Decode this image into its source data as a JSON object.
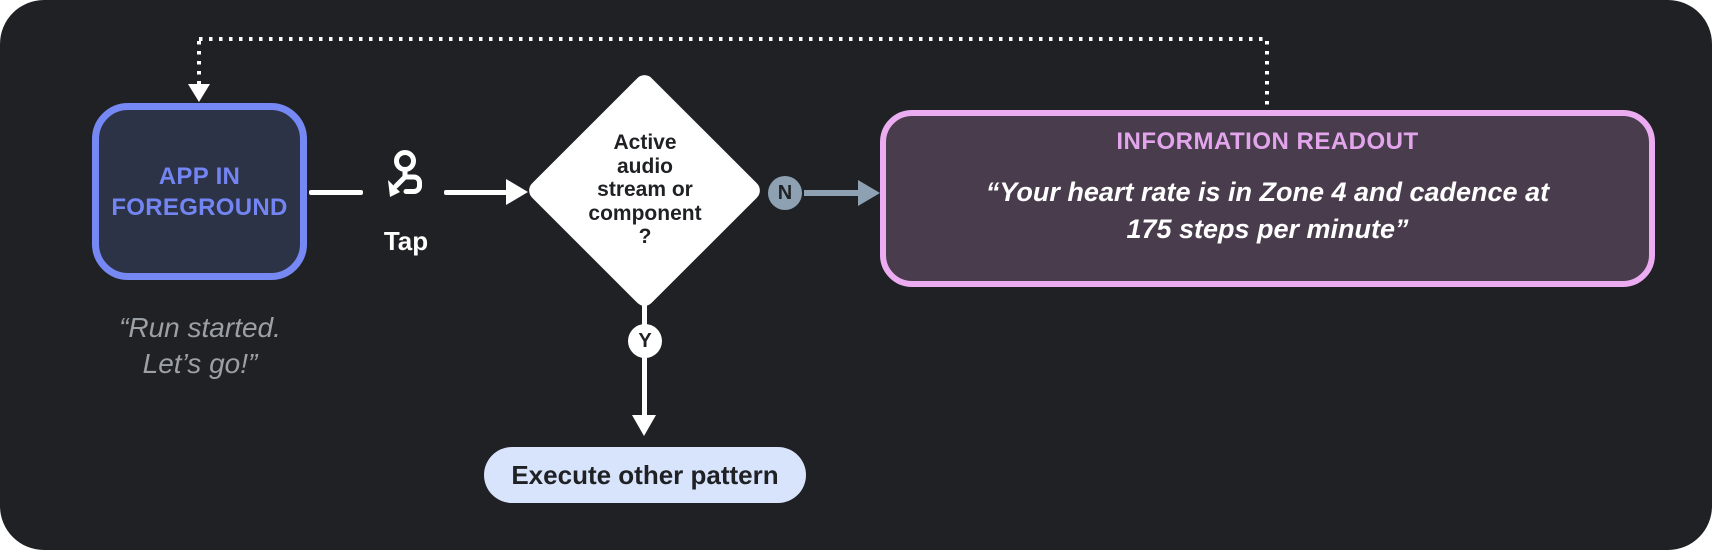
{
  "app_box": {
    "title_line1": "APP IN",
    "title_line2": "FOREGROUND",
    "quote_line1": "“Run started.",
    "quote_line2": "Let’s go!”"
  },
  "tap": {
    "label": "Tap"
  },
  "decision": {
    "line1": "Active",
    "line2": "audio",
    "line3": "stream or",
    "line4": "component",
    "line5": "?"
  },
  "branch_no": {
    "label": "N"
  },
  "branch_yes": {
    "label": "Y"
  },
  "info_box": {
    "title": "INFORMATION READOUT",
    "quote_line1": "“Your heart rate is in Zone 4 and cadence at",
    "quote_line2": "175 steps per minute”"
  },
  "action_pill": {
    "label": "Execute other pattern"
  },
  "colors": {
    "canvas_bg": "#202124",
    "white": "#FFFFFF",
    "dark_text": "#1F2124",
    "app_border": "#7688F3",
    "app_text": "#7385F2",
    "app_fill": "#2C3346",
    "muted_text": "#9AA0A6",
    "slate": "#8DA1B2",
    "pink_border": "#ECACF2",
    "pink_title": "#E2A5EC",
    "pink_fill": "#493C4C",
    "pill_bg": "#D8E3FC"
  }
}
